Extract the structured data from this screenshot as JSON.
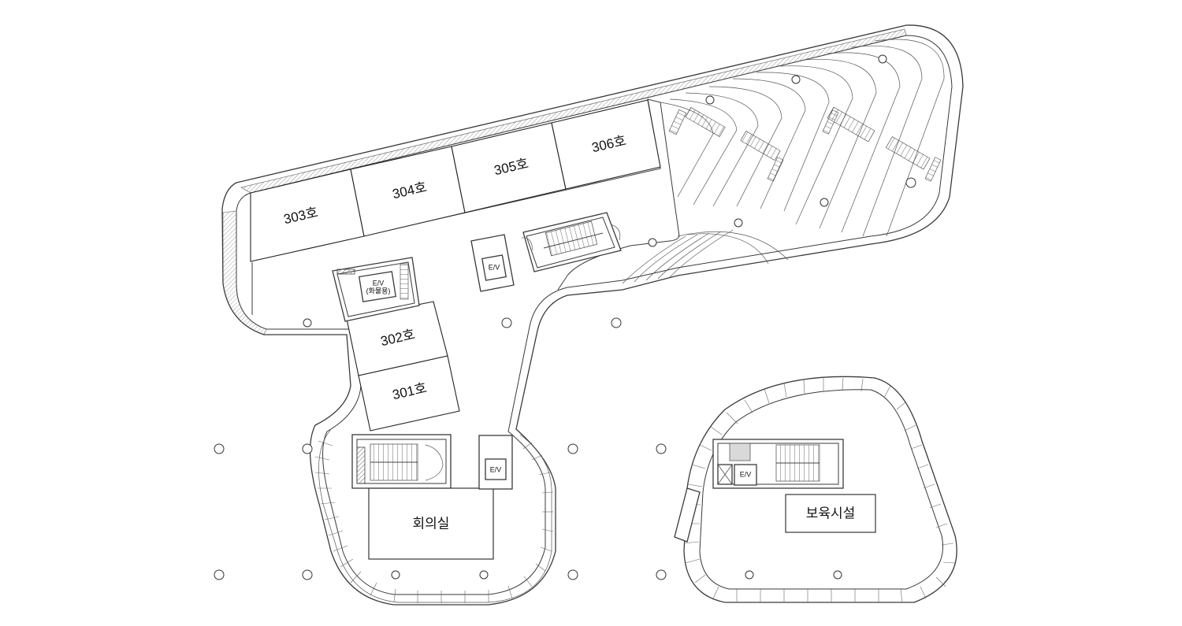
{
  "rooms": {
    "r303": "303호",
    "r304": "304호",
    "r305": "305호",
    "r306": "306호",
    "r302": "302호",
    "r301": "301호",
    "meeting": "회의실",
    "childcare": "보육시설"
  },
  "elevators": {
    "freight_label": "E/V",
    "freight_sub": "(화물용)",
    "center": "E/V",
    "south": "E/V",
    "east": "E/V"
  }
}
